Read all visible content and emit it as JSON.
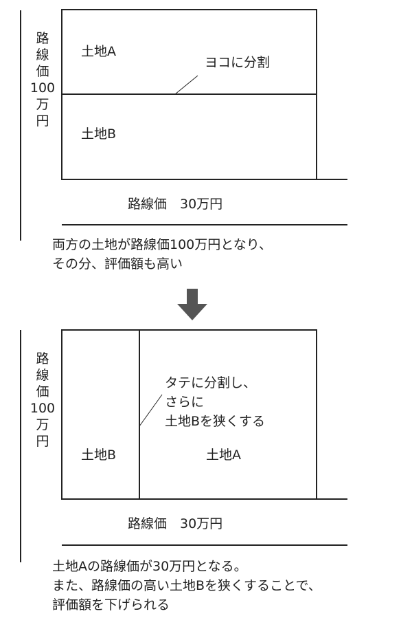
{
  "top": {
    "road_side_label": [
      "路",
      "線",
      "価",
      "100",
      "万",
      "円"
    ],
    "land_a": "土地A",
    "land_b": "土地B",
    "split_note": "ヨコに分割",
    "road_front_label": "路線価　30万円",
    "caption": [
      "両方の土地が路線価100万円となり、",
      "その分、評価額も高い"
    ]
  },
  "arrow": {
    "icon": "down-arrow-icon",
    "color": "#555555"
  },
  "bottom": {
    "road_side_label": [
      "路",
      "線",
      "価",
      "100",
      "万",
      "円"
    ],
    "land_b": "土地B",
    "land_a": "土地A",
    "split_note": [
      "タテに分割し、",
      "さらに",
      "土地Bを狭くする"
    ],
    "road_front_label": "路線価　30万円",
    "caption": [
      "土地Aの路線価が30万円となる。",
      "また、路線価の高い土地Bを狭くすることで、",
      "評価額を下げられる"
    ]
  }
}
